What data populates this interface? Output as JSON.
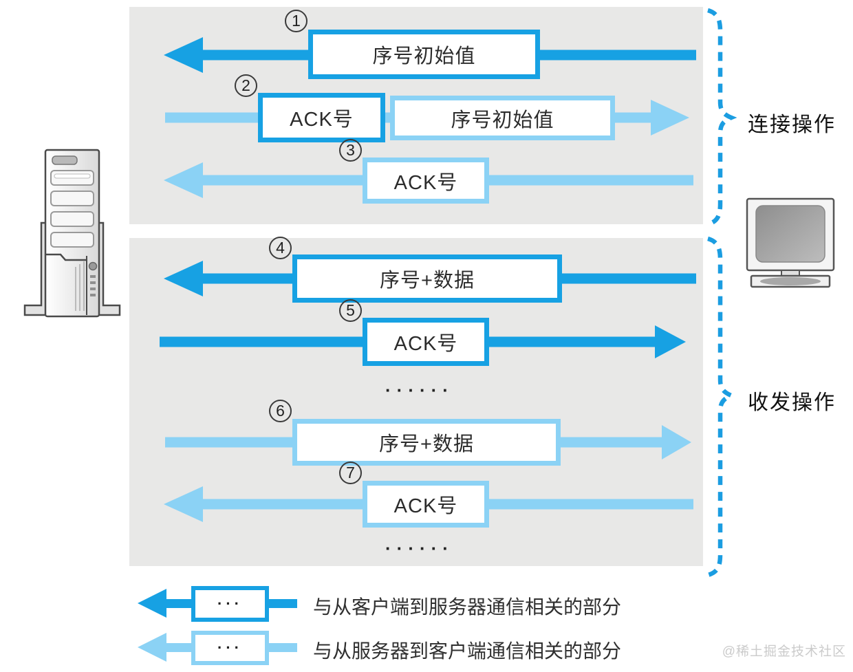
{
  "colors": {
    "client_blue": "#17a1e3",
    "server_blue": "#8bd2f5",
    "panel_gray": "#e8e8e7",
    "brace_blue": "#1b9de1"
  },
  "groups": {
    "connection": {
      "label": "连接操作",
      "steps": [
        "1",
        "2",
        "3"
      ]
    },
    "transfer": {
      "label": "收发操作",
      "steps": [
        "4",
        "5",
        "6",
        "7"
      ]
    }
  },
  "group_labels": {
    "connection": "连接操作",
    "transfer": "收发操作"
  },
  "rows": [
    {
      "num": "1",
      "arrow": {
        "dir": "left",
        "style": "client"
      },
      "boxes": [
        {
          "label": "序号初始值",
          "style": "client"
        }
      ]
    },
    {
      "num": "2",
      "arrow": {
        "dir": "right",
        "style": "server"
      },
      "boxes": [
        {
          "label": "ACK号",
          "style": "client"
        },
        {
          "label": "序号初始值",
          "style": "server"
        }
      ]
    },
    {
      "num": "3",
      "arrow": {
        "dir": "left",
        "style": "server"
      },
      "boxes": [
        {
          "label": "ACK号",
          "style": "server"
        }
      ]
    },
    {
      "num": "4",
      "arrow": {
        "dir": "left",
        "style": "client"
      },
      "boxes": [
        {
          "label": "序号+数据",
          "style": "client"
        }
      ]
    },
    {
      "num": "5",
      "arrow": {
        "dir": "right",
        "style": "client"
      },
      "boxes": [
        {
          "label": "ACK号",
          "style": "client"
        }
      ]
    },
    {
      "num": "6",
      "arrow": {
        "dir": "right",
        "style": "server"
      },
      "boxes": [
        {
          "label": "序号+数据",
          "style": "server"
        }
      ]
    },
    {
      "num": "7",
      "arrow": {
        "dir": "left",
        "style": "server"
      },
      "boxes": [
        {
          "label": "ACK号",
          "style": "server"
        }
      ]
    }
  ],
  "ellipsis": "······",
  "legend": [
    {
      "box_label": "···",
      "style": "client",
      "text": "与从客户端到服务器通信相关的部分"
    },
    {
      "box_label": "···",
      "style": "server",
      "text": "与从服务器到客户端通信相关的部分"
    }
  ],
  "watermark": "@稀土掘金技术社区"
}
